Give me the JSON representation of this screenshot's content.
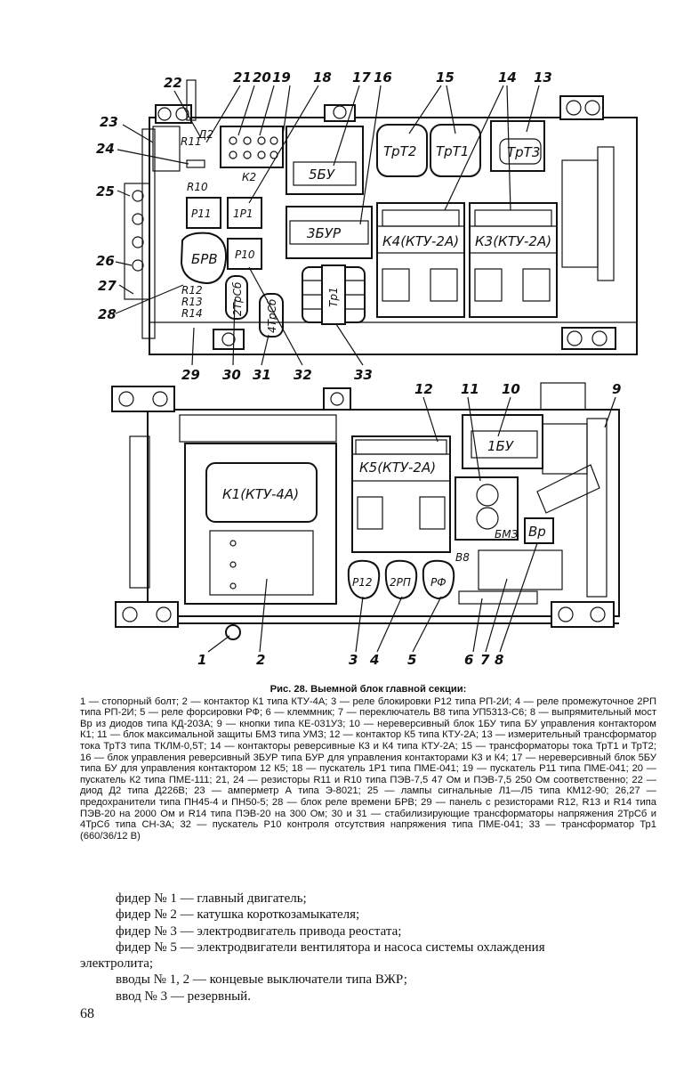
{
  "figure": {
    "top_labels": [
      "22",
      "21",
      "20",
      "19",
      "18",
      "17",
      "16",
      "15",
      "14",
      "13"
    ],
    "left_labels": [
      "23",
      "24",
      "25",
      "26",
      "27",
      "28"
    ],
    "bottom_top_labels": [
      "29",
      "30",
      "31",
      "32",
      "33"
    ],
    "lower_top_labels": [
      "12",
      "11",
      "10",
      "9"
    ],
    "lower_bottom_labels": [
      "1",
      "2",
      "3",
      "4",
      "5",
      "6",
      "7",
      "8"
    ],
    "component_texts": {
      "trt2": "ТрТ2",
      "trt1": "ТрТ1",
      "trt3": "ТрТ3",
      "k4": "К4(КТУ-2А)",
      "k3": "К3(КТУ-2А)",
      "r11": "R11",
      "d2": "Д2",
      "r10": "R10",
      "k2": "К2",
      "p11": "Р11",
      "p1": "1Р1",
      "brv": "БРВ",
      "r12r13r14": [
        "R12",
        "R13",
        "R14"
      ],
      "p10": "Р10",
      "trsb2": "2ТрСб",
      "trsb4": "4ТрСб",
      "tp1": "Тр1",
      "bu5": "5БУ",
      "bur3": "3БУР",
      "k1": "К1(КТУ-4А)",
      "k5": "К5(КТУ-2А)",
      "bu1": "1БУ",
      "bmz": "БМЗ",
      "vr": "Вр",
      "v8": "В8",
      "p12": "Р12",
      "rp2": "2РП",
      "rf": "РФ"
    }
  },
  "caption": {
    "title": "Рис. 28.  Выемной блок главной секции:",
    "body": "1 — стопорный болт; 2 — контактор К1 типа КТУ-4А; 3 — реле блокировки Р12 типа РП-2И; 4 — реле промежуточное 2РП типа РП-2И; 5 — реле форсировки РФ; 6 — клеммник; 7 — переключатель В8 типа УП5313-С6; 8 — выпрямительный мост Вр из диодов типа КД-203А; 9 — кнопки типа КЕ-031У3; 10 — нереверсивный блок 1БУ типа БУ управления контактором К1; 11 — блок максимальной защиты БМЗ типа УМЗ; 12 — контактор К5 типа КТУ-2А; 13 — измерительный трансформатор тока ТрТ3 типа ТКЛМ-0,5Т; 14 — контакторы реверсивные К3 и К4 типа КТУ-2А; 15 — трансформаторы тока ТрТ1 и ТрТ2; 16 — блок управления реверсивный 3БУР типа БУР для управления контакторами К3 и К4; 17 — нереверсивный блок 5БУ типа БУ для управления контактором 12 К5; 18 — пускатель 1Р1 типа ПМЕ-041; 19 — пускатель Р11 типа ПМЕ-041; 20 — пускатель К2 типа ПМЕ-111; 21, 24 — резисторы R11 и R10 типа ПЭВ-7,5 47 Ом и ПЭВ-7,5 250 Ом соответственно; 22 — диод Д2 типа Д226В; 23 — амперметр А типа Э-8021; 25 — лампы сигнальные Л1—Л5 типа КМ12-90; 26,27 — предохранители типа ПН45-4 и ПН50-5; 28 — блок реле времени БРВ; 29 — панель с резисторами R12, R13 и R14 типа ПЭВ-20 на 2000 Ом и R14 типа ПЭВ-20 на 300 Ом; 30 и 31 — стабилизирующие трансформаторы напряжения 2ТрСб и 4ТрСб типа СН-3А; 32 — пускатель Р10 контроля отсутствия напряжения типа ПМЕ-041; 33 — трансформатор Тр1 (660/36/12 В)"
  },
  "list": [
    "фидер № 1 — главный двигатель;",
    "фидер № 2 — катушка короткозамыкателя;",
    "фидер № 3 — электродвигатель привода реостата;",
    "фидер № 5 — электродвигатели вентилятора и насоса системы охлаждения",
    "электролита;",
    "вводы № 1, 2 — концевые выключатели типа ВЖР;",
    "ввод № 3 — резервный."
  ],
  "page_number": "68"
}
